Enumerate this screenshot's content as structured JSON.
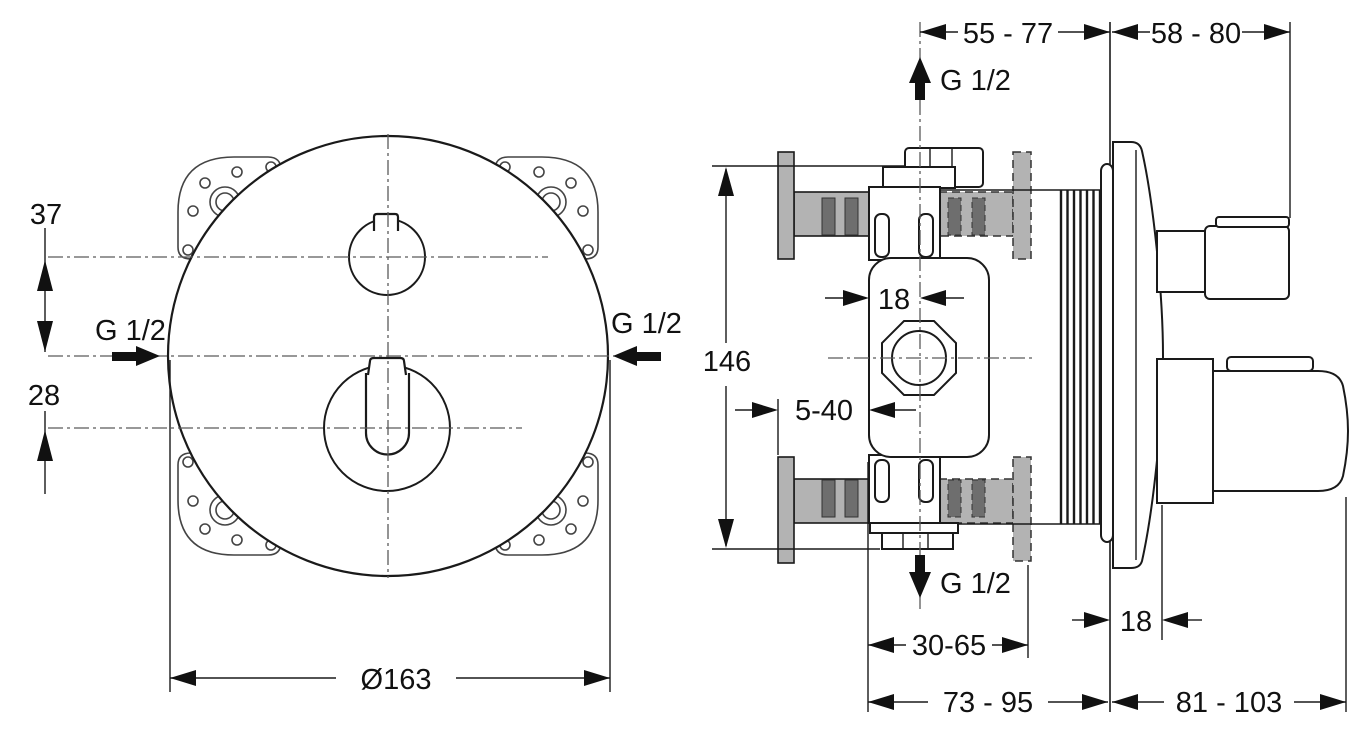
{
  "drawing": {
    "title": "thermostatic-concealed-mixer-installation-drawing",
    "front_view": {
      "dim_37": "37",
      "dim_28": "28",
      "g12_left": "G 1/2",
      "g12_right": "G 1/2",
      "diameter": "Ø163"
    },
    "side_view": {
      "dim_55_77": "55 - 77",
      "dim_58_80": "58 - 80",
      "g12_top": "G 1/2",
      "g12_bottom": "G 1/2",
      "dim_146": "146",
      "dim_18_body": "18",
      "dim_5_40": "5-40",
      "dim_30_65": "30-65",
      "dim_18_wall": "18",
      "dim_73_95": "73 - 95",
      "dim_81_103": "81 - 103"
    },
    "colors": {
      "line": "#1a1a1a",
      "centerline": "#5a5a5a",
      "bracket_light": "#b3b3b3",
      "bracket_dark": "#6e6e6e",
      "background": "#ffffff"
    }
  }
}
